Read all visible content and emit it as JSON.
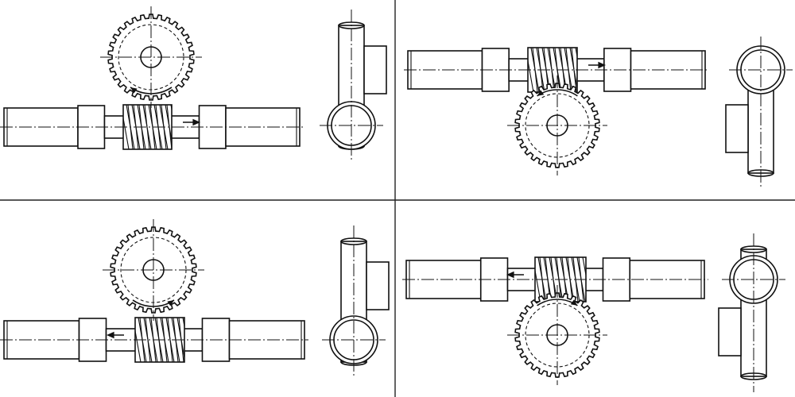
{
  "figure": {
    "colors": {
      "line": "#111111",
      "background": "#ffffff",
      "divider": "#222222"
    },
    "panels": [
      {
        "gear_side": "above",
        "worm_motion": "right",
        "gear_rotation": "clockwise"
      },
      {
        "gear_side": "below",
        "worm_motion": "right",
        "gear_rotation": "counterclockwise"
      },
      {
        "gear_side": "above",
        "worm_motion": "left",
        "gear_rotation": "counterclockwise"
      },
      {
        "gear_side": "below",
        "worm_motion": "left",
        "gear_rotation": "clockwise"
      }
    ]
  }
}
